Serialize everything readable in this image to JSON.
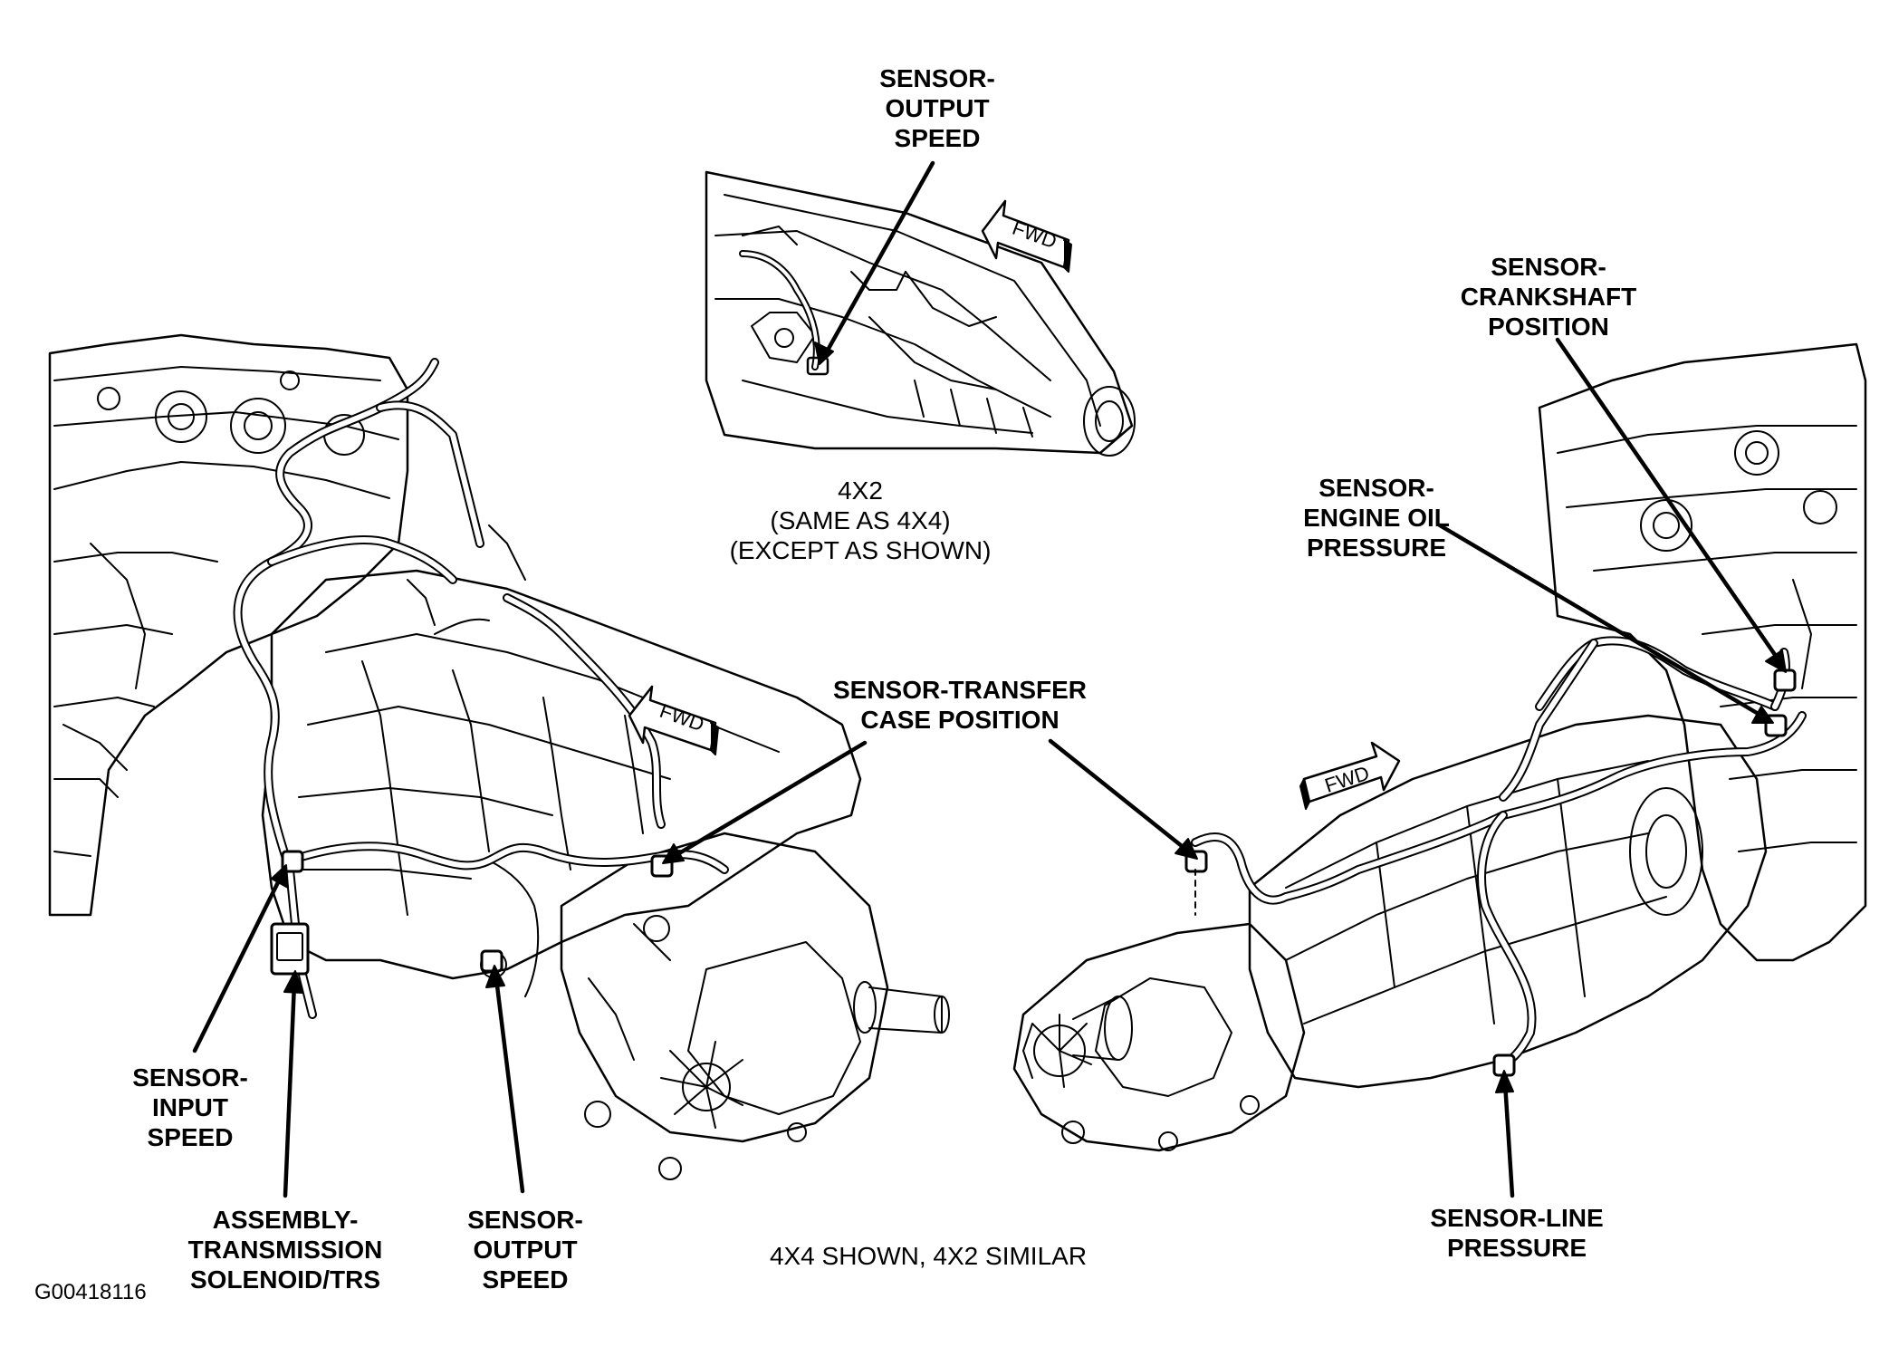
{
  "labels": {
    "sensor_output_speed_top": [
      "SENSOR-",
      "OUTPUT",
      "SPEED"
    ],
    "sensor_crankshaft_position": [
      "SENSOR-",
      "CRANKSHAFT",
      "POSITION"
    ],
    "sensor_engine_oil_pressure": [
      "SENSOR-",
      "ENGINE OIL",
      "PRESSURE"
    ],
    "sensor_transfer_case_position": [
      "SENSOR-TRANSFER",
      "CASE POSITION"
    ],
    "sensor_input_speed": [
      "SENSOR-",
      "INPUT",
      "SPEED"
    ],
    "assembly_transmission_solenoid": [
      "ASSEMBLY-",
      "TRANSMISSION",
      "SOLENOID/TRS"
    ],
    "sensor_output_speed_bottom": [
      "SENSOR-",
      "OUTPUT",
      "SPEED"
    ],
    "sensor_line_pressure": [
      "SENSOR-LINE",
      "PRESSURE"
    ]
  },
  "captions": {
    "inset_caption": [
      "4X2",
      "(SAME AS 4X4)",
      "(EXCEPT AS SHOWN)"
    ],
    "main_caption": "4X4 SHOWN, 4X2 SIMILAR"
  },
  "figure_id": "G00418116",
  "fwd_label": "FWD",
  "colors": {
    "ink": "#000000",
    "paper": "#ffffff"
  }
}
